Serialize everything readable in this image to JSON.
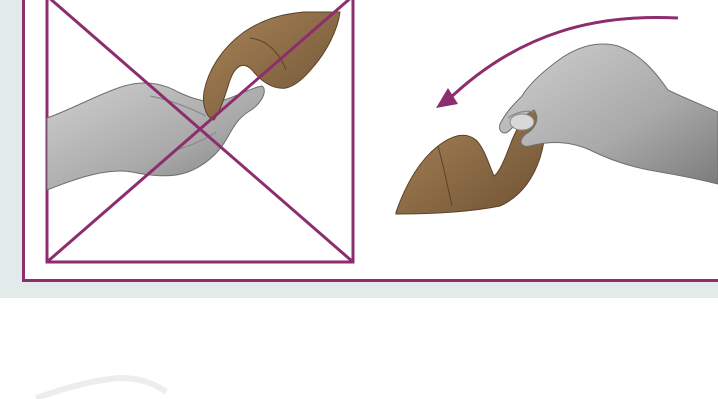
{
  "page": {
    "colors": {
      "frame": "#8d2d6e",
      "band": "#e3eaea",
      "cardboard": "#8f6e47",
      "hand": "#a8a8a8"
    },
    "figures": [
      {
        "label": "incorrect-way",
        "marker": "cross-out"
      },
      {
        "label": "correct-way",
        "marker": "curved-arrow"
      }
    ]
  }
}
